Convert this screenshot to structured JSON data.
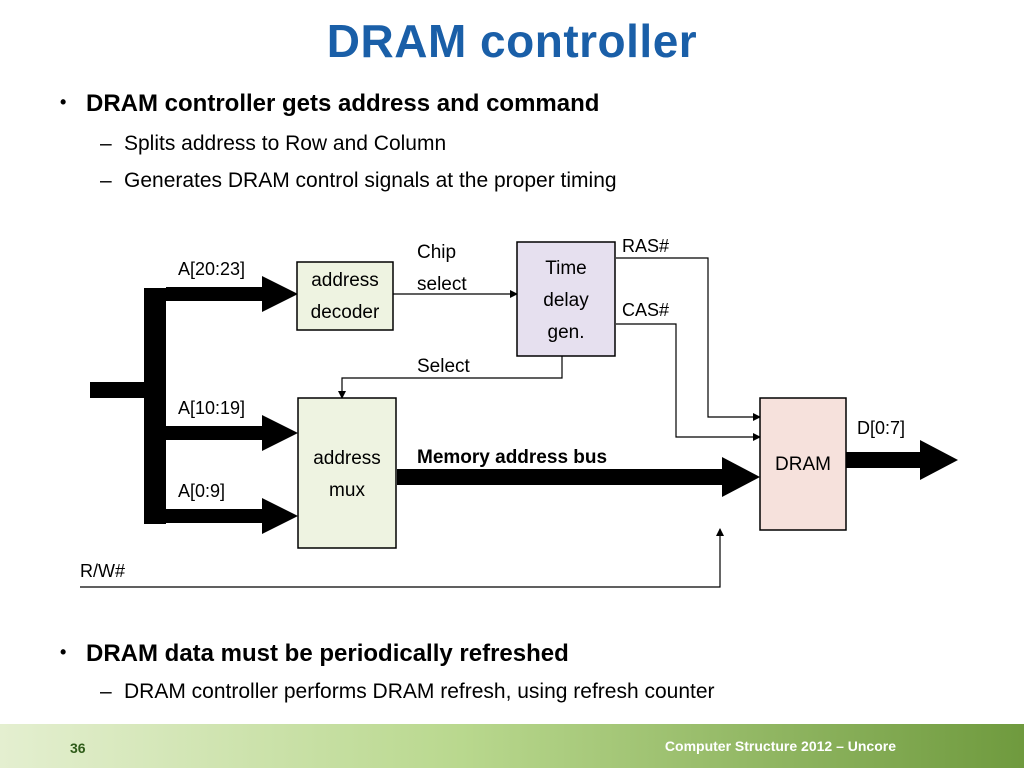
{
  "slide": {
    "title": "DRAM controller",
    "bullets": [
      {
        "text": "DRAM controller gets address and command",
        "subs": [
          "Splits address to Row and Column",
          "Generates DRAM control signals at the proper timing"
        ]
      },
      {
        "text": "DRAM data must be periodically refreshed",
        "subs": [
          "DRAM controller performs DRAM refresh, using refresh counter"
        ]
      }
    ],
    "bullet_glyph": "•",
    "sub_glyph": "–"
  },
  "diagram": {
    "blocks": {
      "decoder": [
        "address",
        "decoder"
      ],
      "mux": [
        "address",
        "mux"
      ],
      "time_delay": [
        "Time",
        "delay",
        "gen."
      ],
      "dram": "DRAM"
    },
    "labels": {
      "a_high": "A[20:23]",
      "a_mid": "A[10:19]",
      "a_low": "A[0:9]",
      "chip_select": [
        "Chip",
        "select"
      ],
      "select": "Select",
      "ras": "RAS#",
      "cas": "CAS#",
      "mem_bus": "Memory address bus",
      "data": "D[0:7]",
      "rw": "R/W#"
    },
    "colors": {
      "decoder_fill": "#eef3e1",
      "mux_fill": "#eef3e1",
      "time_fill": "#e6e0ef",
      "dram_fill": "#f6e1dc"
    }
  },
  "footer": {
    "page": "36",
    "text": "Computer Structure 2012 – Uncore"
  }
}
